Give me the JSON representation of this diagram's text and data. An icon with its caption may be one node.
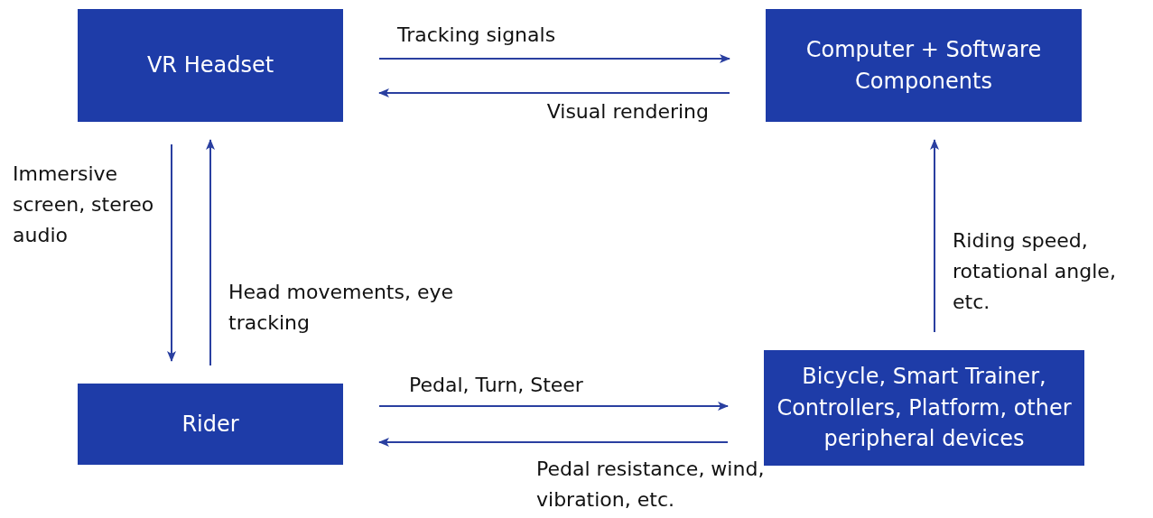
{
  "diagram": {
    "nodes": [
      {
        "text": [
          "VR Headset"
        ]
      },
      {
        "text": [
          "Computer + Software Components"
        ]
      },
      {
        "text": [
          "Rider"
        ]
      },
      {
        "text": [
          "Bicycle, Smart Trainer, Controllers, Platform, other peripheral devices"
        ]
      }
    ],
    "edges": [
      {
        "from": 0,
        "to": 1,
        "arrow": "to",
        "label": "Tracking signals"
      },
      {
        "from": 1,
        "to": 0,
        "arrow": "to",
        "label": "Visual rendering"
      },
      {
        "from": 0,
        "to": 2,
        "arrow": "to",
        "label": "Immersive screen, stereo audio"
      },
      {
        "from": 2,
        "to": 0,
        "arrow": "to",
        "label": "Head movements, eye tracking"
      },
      {
        "from": 3,
        "to": 1,
        "arrow": "to",
        "label": "Riding speed, rotational angle, etc."
      },
      {
        "from": 2,
        "to": 3,
        "arrow": "to",
        "label": "Pedal, Turn, Steer"
      },
      {
        "from": 3,
        "to": 2,
        "arrow": "to",
        "label": "Pedal resistance, wind, vibration, etc."
      }
    ]
  }
}
